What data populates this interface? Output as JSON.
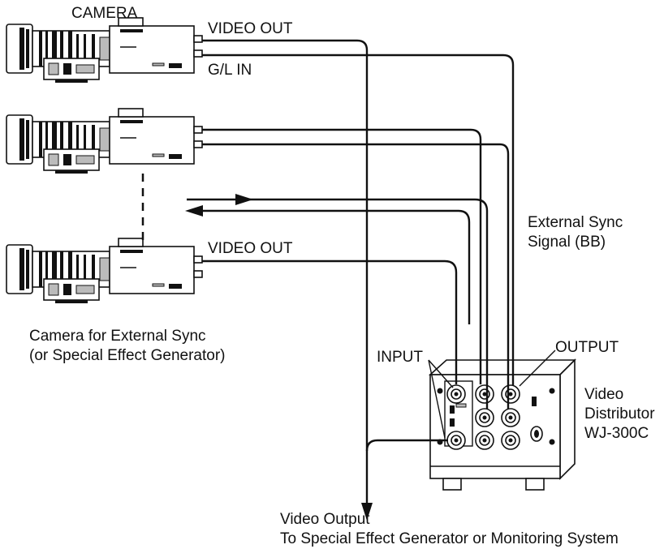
{
  "labels": {
    "camera": "CAMERA",
    "video_out_top": "VIDEO OUT",
    "gl_in": "G/L IN",
    "video_out_bottom": "VIDEO OUT",
    "external_sync_line1": "External Sync",
    "external_sync_line2": "Signal (BB)",
    "ext_sync_camera_line1": "Camera for External Sync",
    "ext_sync_camera_line2": "(or Special Effect Generator)",
    "input": "INPUT",
    "output": "OUTPUT",
    "distributor_line1": "Video",
    "distributor_line2": "Distributor",
    "distributor_line3": "WJ-300C",
    "video_output_line1": "Video Output",
    "video_output_line2": "To Special Effect Generator or Monitoring System"
  }
}
